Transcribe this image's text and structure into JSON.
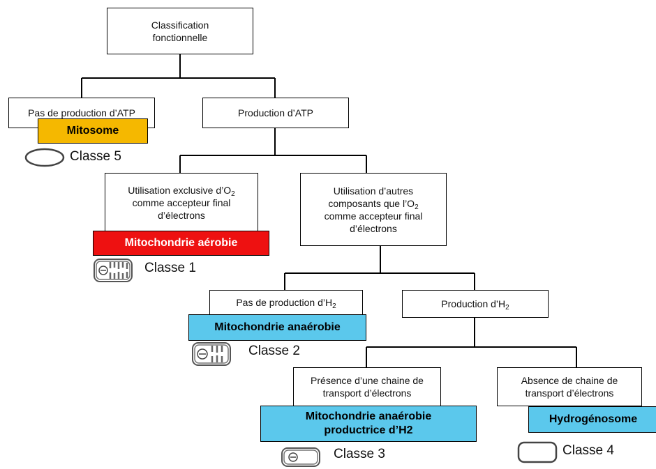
{
  "nodes": {
    "root": [
      "Classification",
      "fonctionnelle"
    ],
    "no_atp": "Pas de production d’ATP",
    "atp": "Production d’ATP",
    "o2_only": {
      "l1": "Utilisation exclusive d’O",
      "sub1": "2",
      "l2": "comme accepteur final",
      "l3": "d’électrons"
    },
    "other": {
      "l1": "Utilisation d’autres",
      "l2": "composants que l’O",
      "sub2": "2",
      "l3": "comme accepteur final",
      "l4": "d’électrons"
    },
    "no_h2": {
      "text": "Pas de production d’H",
      "sub": "2"
    },
    "h2": {
      "text": "Production d’H",
      "sub": "2"
    },
    "chain": [
      "Présence d’une chaine de",
      "transport d’électrons"
    ],
    "no_chain": [
      "Absence de chaine de",
      "transport d’électrons"
    ]
  },
  "organelles": {
    "mitosome": {
      "label": "Mitosome",
      "color": "#f5b800",
      "text_color": "#000000"
    },
    "aerobic": {
      "label": "Mitochondrie aérobie",
      "color": "#ee1111",
      "text_color": "#ffffff"
    },
    "anaerobic": {
      "label": "Mitochondrie anaérobie",
      "color": "#5bc8ec",
      "text_color": "#000000"
    },
    "anaerobic_h2": {
      "l1": "Mitochondrie anaérobie",
      "l2": "productrice d’H2",
      "color": "#5bc8ec",
      "text_color": "#000000"
    },
    "hydrogenosome": {
      "label": "Hydrogénosome",
      "color": "#5bc8ec",
      "text_color": "#000000"
    }
  },
  "classes": {
    "c5": "Classe 5",
    "c1": "Classe 1",
    "c2": "Classe 2",
    "c3": "Classe 3",
    "c4": "Classe 4"
  }
}
